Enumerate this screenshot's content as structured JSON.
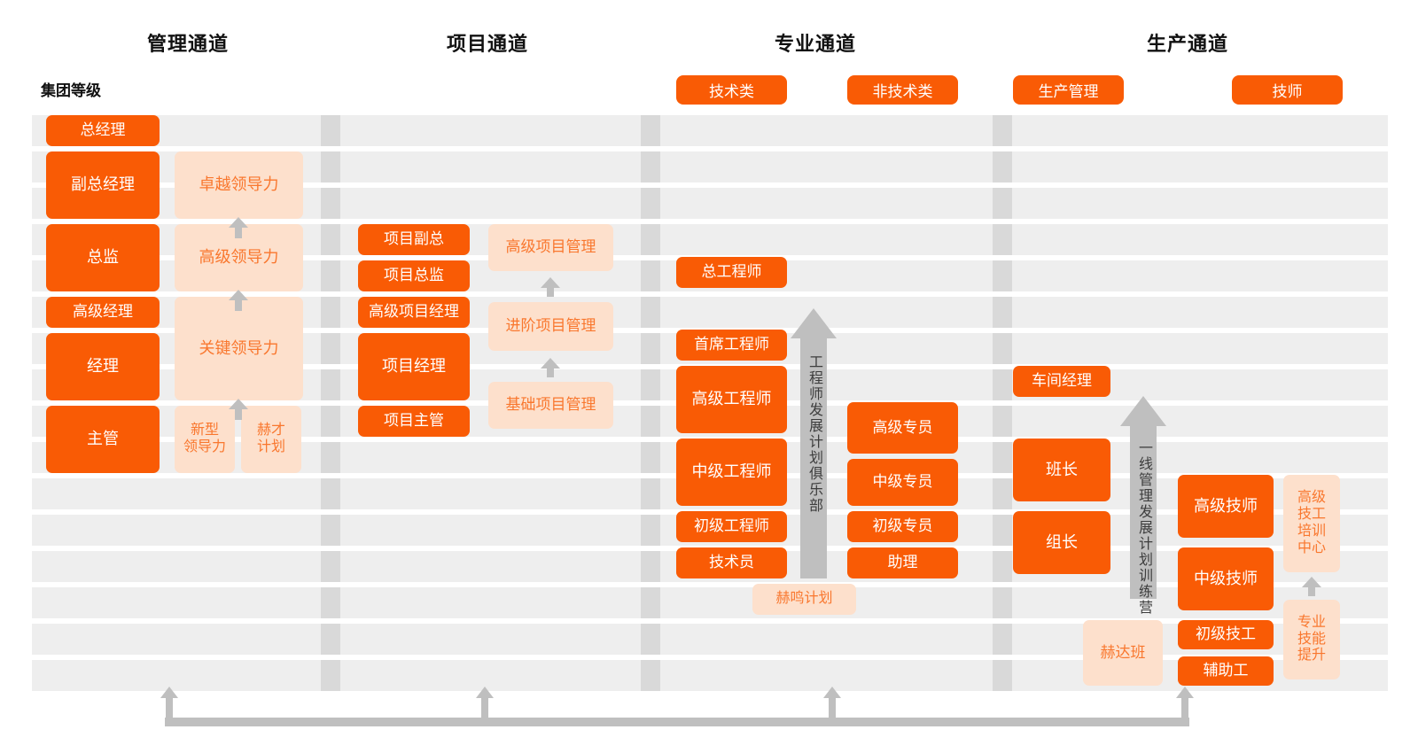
{
  "page": {
    "grade_label": "集团等级",
    "accent_solid": "#F95B05",
    "accent_soft_bg": "#FDE0CC",
    "accent_soft_text": "#F9772E",
    "stripe_color": "#EEEEEE",
    "separator_color": "#D9D9D9",
    "arrow_color": "#BFBFBF"
  },
  "channels": [
    {
      "title": "管理通道"
    },
    {
      "title": "项目通道"
    },
    {
      "title": "专业通道"
    },
    {
      "title": "生产通道"
    }
  ],
  "category_pills": [
    {
      "label": "技术类"
    },
    {
      "label": "非技术类"
    },
    {
      "label": "生产管理"
    },
    {
      "label": "技师"
    }
  ],
  "management_channel": {
    "positions": [
      {
        "label": "总经理"
      },
      {
        "label": "副总经理"
      },
      {
        "label": "总监"
      },
      {
        "label": "高级经理"
      },
      {
        "label": "经理"
      },
      {
        "label": "主管"
      }
    ],
    "programs": [
      {
        "label": "卓越领导力"
      },
      {
        "label": "高级领导力"
      },
      {
        "label": "关键领导力"
      },
      {
        "label": "新型\n领导力"
      },
      {
        "label": "赫才\n计划"
      }
    ]
  },
  "project_channel": {
    "positions": [
      {
        "label": "项目副总"
      },
      {
        "label": "项目总监"
      },
      {
        "label": "高级项目经理"
      },
      {
        "label": "项目经理"
      },
      {
        "label": "项目主管"
      }
    ],
    "programs": [
      {
        "label": "高级项目管理"
      },
      {
        "label": "进阶项目管理"
      },
      {
        "label": "基础项目管理"
      }
    ]
  },
  "professional_channel": {
    "technical_positions": [
      {
        "label": "总工程师"
      },
      {
        "label": "首席工程师"
      },
      {
        "label": "高级工程师"
      },
      {
        "label": "中级工程师"
      },
      {
        "label": "初级工程师"
      },
      {
        "label": "技术员"
      }
    ],
    "non_technical_positions": [
      {
        "label": "高级专员"
      },
      {
        "label": "中级专员"
      },
      {
        "label": "初级专员"
      },
      {
        "label": "助理"
      }
    ],
    "vertical_arrow_label": "工程师发展计划俱乐部",
    "programs": [
      {
        "label": "赫鸣计划"
      }
    ]
  },
  "production_channel": {
    "management_positions": [
      {
        "label": "车间经理"
      },
      {
        "label": "班长"
      },
      {
        "label": "组长"
      }
    ],
    "technician_positions": [
      {
        "label": "高级技师"
      },
      {
        "label": "中级技师"
      },
      {
        "label": "初级技工"
      },
      {
        "label": "辅助工"
      }
    ],
    "vertical_arrow_label": "一线管理发展计划训练营",
    "programs": [
      {
        "label": "赫达班"
      },
      {
        "label": "高级\n技工\n培训\n中心"
      },
      {
        "label": "专业\n技能\n提升"
      }
    ]
  }
}
